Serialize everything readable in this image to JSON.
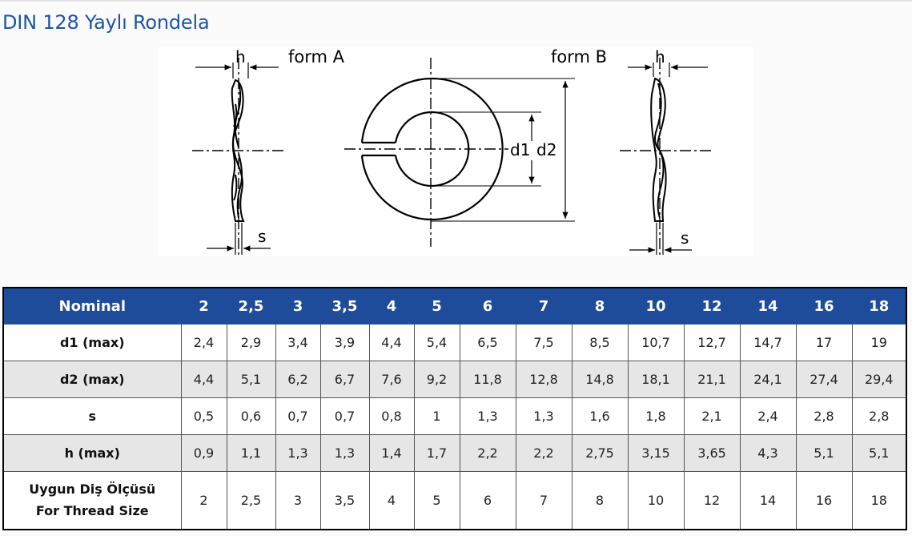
{
  "title": "DIN 128 Yaylı Rondela",
  "drawing": {
    "form_a_label": "form A",
    "form_b_label": "form B",
    "h_label": "h",
    "s_label": "s",
    "d1_label": "d1",
    "d2_label": "d2"
  },
  "table": {
    "header": {
      "label": "Nominal",
      "values": [
        "2",
        "2,5",
        "3",
        "3,5",
        "4",
        "5",
        "6",
        "7",
        "8",
        "10",
        "12",
        "14",
        "16",
        "18"
      ]
    },
    "rows": [
      {
        "label": "d1 (max)",
        "values": [
          "2,4",
          "2,9",
          "3,4",
          "3,9",
          "4,4",
          "5,4",
          "6,5",
          "7,5",
          "8,5",
          "10,7",
          "12,7",
          "14,7",
          "17",
          "19"
        ]
      },
      {
        "label": "d2 (max)",
        "values": [
          "4,4",
          "5,1",
          "6,2",
          "6,7",
          "7,6",
          "9,2",
          "11,8",
          "12,8",
          "14,8",
          "18,1",
          "21,1",
          "24,1",
          "27,4",
          "29,4"
        ]
      },
      {
        "label": "s",
        "values": [
          "0,5",
          "0,6",
          "0,7",
          "0,7",
          "0,8",
          "1",
          "1,3",
          "1,3",
          "1,6",
          "1,8",
          "2,1",
          "2,4",
          "2,8",
          "2,8"
        ]
      },
      {
        "label": "h (max)",
        "values": [
          "0,9",
          "1,1",
          "1,3",
          "1,3",
          "1,4",
          "1,7",
          "2,2",
          "2,2",
          "2,75",
          "3,15",
          "3,65",
          "4,3",
          "5,1",
          "5,1"
        ]
      },
      {
        "label_line1": "Uygun Diş Ölçüsü",
        "label_line2": "For Thread Size",
        "values": [
          "2",
          "2,5",
          "3",
          "3,5",
          "4",
          "5",
          "6",
          "7",
          "8",
          "10",
          "12",
          "14",
          "16",
          "18"
        ]
      }
    ]
  },
  "colors": {
    "title": "#1d55a4",
    "header_bg": "#1f4b9b",
    "alt_row_bg": "#e6e6e6"
  }
}
